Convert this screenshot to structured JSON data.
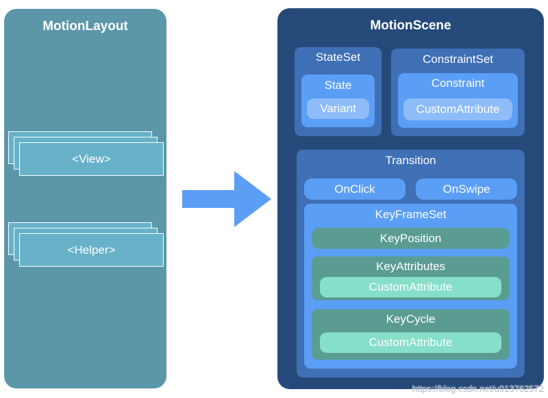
{
  "motion_layout": {
    "title": "MotionLayout",
    "view_label": "<View>",
    "helper_label": "<Helper>"
  },
  "motion_scene": {
    "title": "MotionScene",
    "state_set": {
      "title": "StateSet",
      "state": {
        "title": "State",
        "variant": "Variant"
      }
    },
    "constraint_set": {
      "title": "ConstraintSet",
      "constraint": {
        "title": "Constraint",
        "custom_attribute": "CustomAttribute"
      }
    },
    "transition": {
      "title": "Transition",
      "on_click": "OnClick",
      "on_swipe": "OnSwipe",
      "key_frame_set": {
        "title": "KeyFrameSet",
        "key_position": "KeyPosition",
        "key_attributes": {
          "title": "KeyAttributes",
          "custom_attribute": "CustomAttribute"
        },
        "key_cycle": {
          "title": "KeyCycle",
          "custom_attribute": "CustomAttribute"
        }
      }
    }
  },
  "watermark": "https://blog.csdn.net/u013762572",
  "colors": {
    "motion_layout_bg": "#5b97a8",
    "layout_card": "#67b2c9",
    "arrow": "#5b9ef5",
    "motion_scene_bg": "#254a7a",
    "panel": "#3f6fb5",
    "panel_light": "#5b9ef5",
    "pill": "#8ebcf8",
    "key_green": "#5a9c92",
    "mint": "#86dfc9"
  }
}
